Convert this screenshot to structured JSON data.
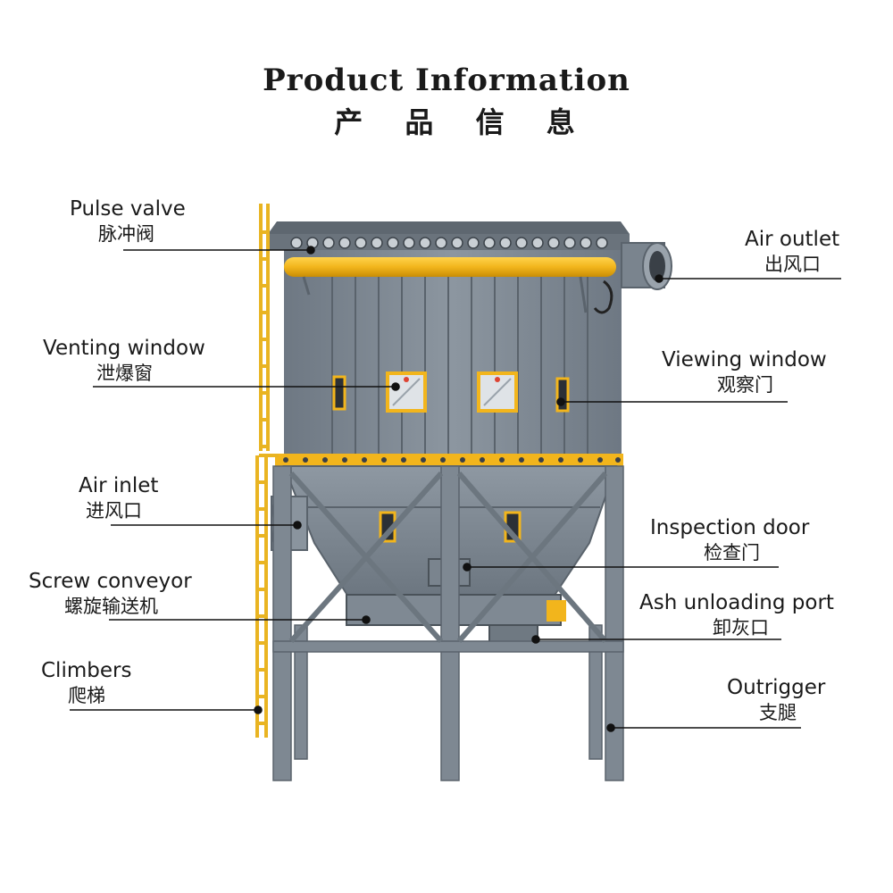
{
  "title": {
    "en": "Product Information",
    "zh": "产 品 信 息"
  },
  "labels": {
    "pulse_valve": {
      "en": "Pulse valve",
      "zh": "脉冲阀"
    },
    "venting_window": {
      "en": "Venting window",
      "zh": "泄爆窗"
    },
    "air_inlet": {
      "en": "Air inlet",
      "zh": "进风口"
    },
    "screw_conveyor": {
      "en": "Screw conveyor",
      "zh": "螺旋输送机"
    },
    "climbers": {
      "en": "Climbers",
      "zh": "爬梯"
    },
    "air_outlet": {
      "en": "Air outlet",
      "zh": "出风口"
    },
    "viewing_window": {
      "en": "Viewing window",
      "zh": "观察门"
    },
    "inspection_door": {
      "en": "Inspection door",
      "zh": "检查门"
    },
    "ash_unloading_port": {
      "en": "Ash unloading port",
      "zh": "卸灰口"
    },
    "outrigger": {
      "en": "Outrigger",
      "zh": "支腿"
    }
  },
  "colors": {
    "body": "#7d8791",
    "yellow": "#f2b51c",
    "line": "#111111"
  }
}
